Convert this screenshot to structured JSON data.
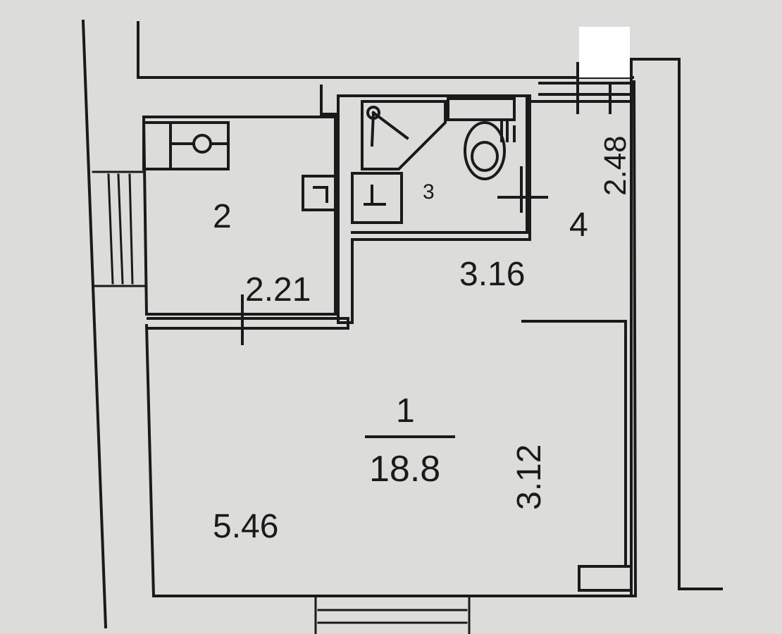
{
  "plan": {
    "rooms": [
      {
        "number": "1",
        "area": "18.8"
      },
      {
        "number": "2",
        "area": ""
      },
      {
        "number": "3",
        "area": ""
      },
      {
        "number": "4",
        "area": ""
      }
    ],
    "dimensions": {
      "main_room_length": "5.46",
      "main_room_width": "3.12",
      "kitchen_width": "2.21",
      "hall_width": "3.16",
      "hall_depth": "2.48"
    }
  }
}
